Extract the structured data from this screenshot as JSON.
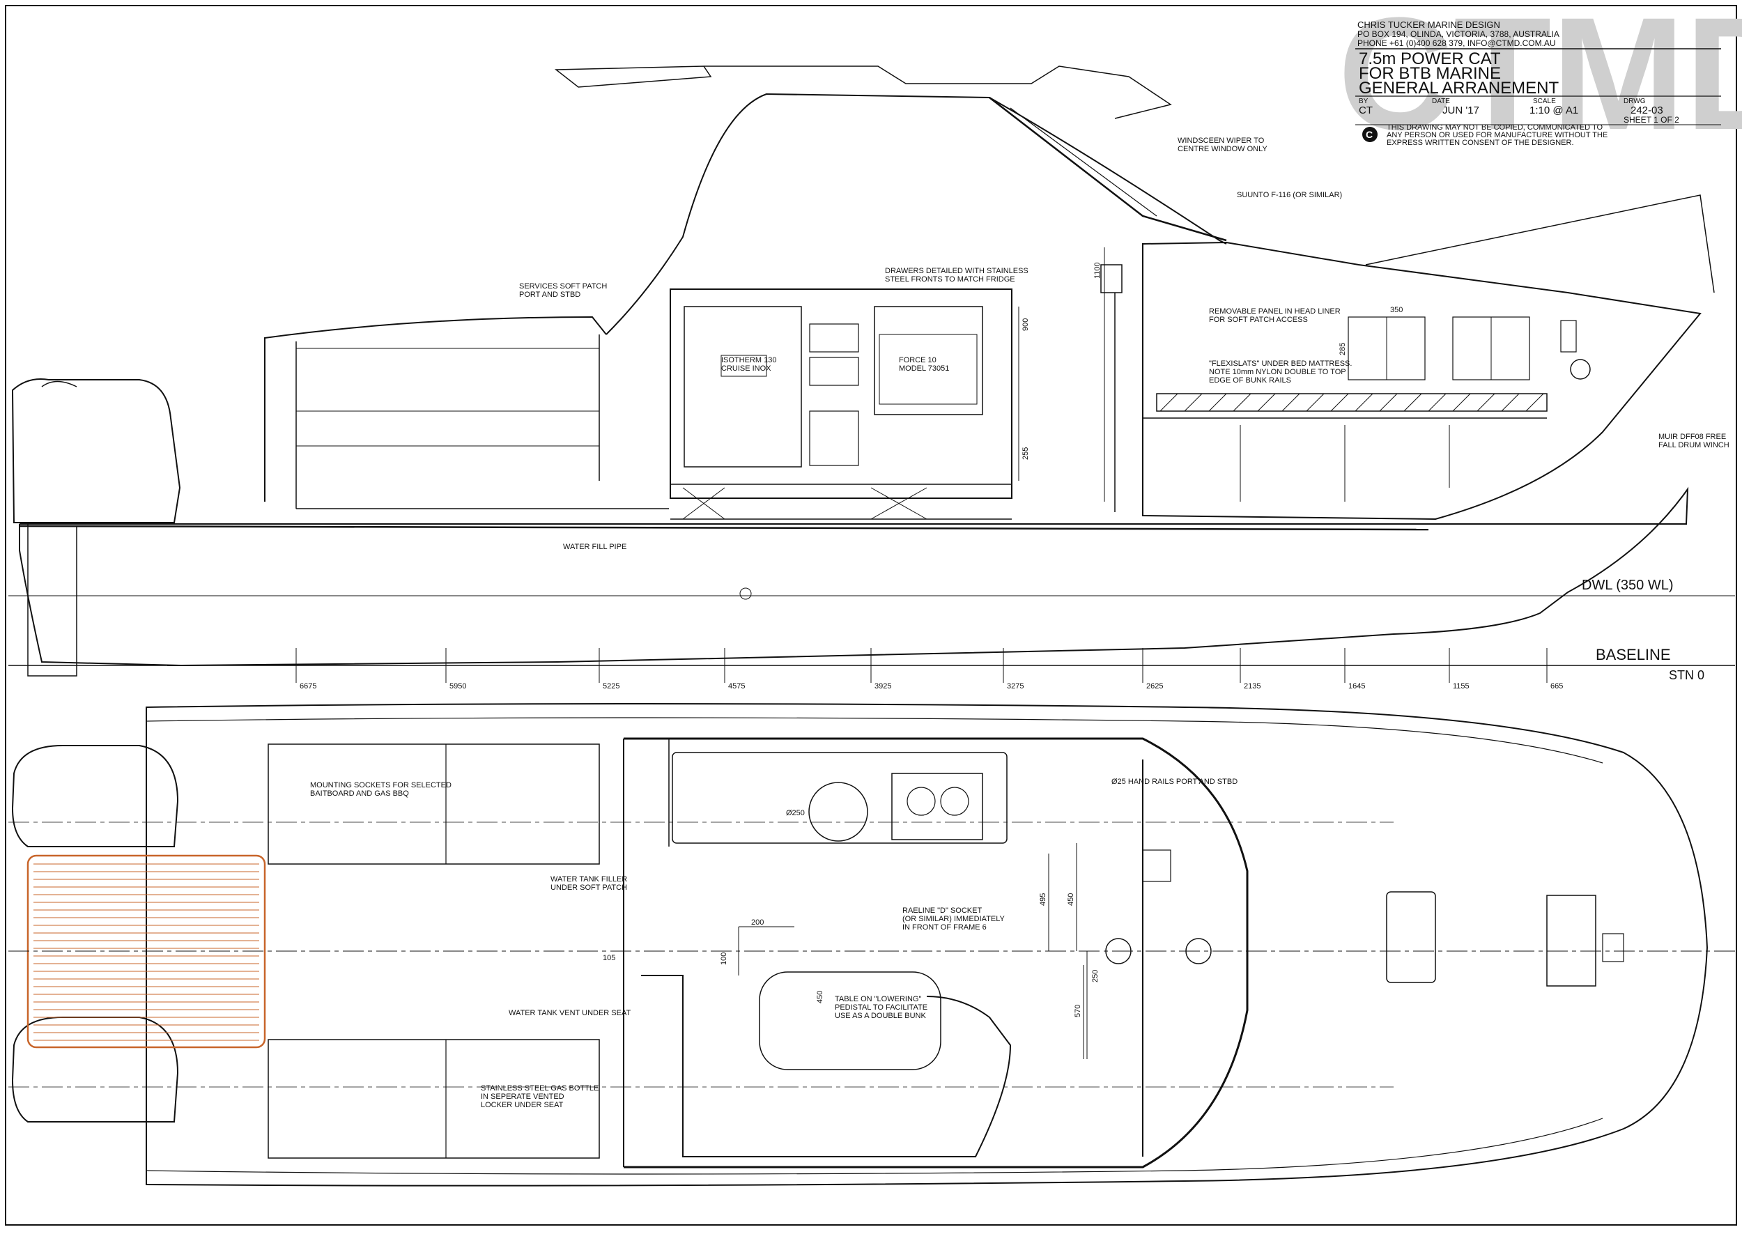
{
  "title_block": {
    "designer": "CHRIS TUCKER MARINE DESIGN",
    "address": "PO BOX 194, OLINDA, VICTORIA, 3788, AUSTRALIA",
    "contact": "PHONE +61 (0)400 628 379, INFO@CTMD.COM.AU",
    "title_line1": "7.5m POWER CAT",
    "title_line2": "FOR BTB MARINE",
    "title_line3": "GENERAL ARRANEMENT",
    "by_label": "BY",
    "date_label": "DATE",
    "scale_label": "SCALE",
    "drwg_label": "DRWG",
    "by_value": "CT",
    "date_value": "JUN '17",
    "scale_value": "1:10 @ A1",
    "drwg_value": "242-03",
    "sheet": "SHEET 1 OF 2",
    "copyright_line1": "THIS DRAWING MAY NOT BE COPIED, COMMUNICATED TO",
    "copyright_line2": "ANY PERSON OR USED FOR MANUFACTURE WITHOUT THE",
    "copyright_line3": "EXPRESS WRITTEN CONSENT OF THE DESIGNER.",
    "watermark": "CTMD",
    "copyright_symbol": "C"
  },
  "profile": {
    "windscreen_wiper": [
      "WINDSCEEN WIPER TO",
      "CENTRE WINDOW ONLY"
    ],
    "suunto": "SUUNTO F-116 (OR SIMILAR)",
    "services_patch": [
      "SERVICES SOFT PATCH",
      "PORT AND STBD"
    ],
    "drawers": [
      "DRAWERS DETAILED WITH STAINLESS",
      "STEEL FRONTS TO MATCH FRIDGE"
    ],
    "removable_panel": [
      "REMOVABLE PANEL IN HEAD LINER",
      "FOR SOFT PATCH ACCESS"
    ],
    "flexislats": [
      "\"FLEXISLATS\" UNDER BED MATTRESS.",
      "NOTE 10mm NYLON DOUBLE TO TOP",
      "EDGE OF BUNK RAILS"
    ],
    "winch": [
      "MUIR DFF08 FREE",
      "FALL DRUM WINCH"
    ],
    "fridge": [
      "ISOTHERM 130",
      "CRUISE INOX"
    ],
    "stove": [
      "FORCE 10",
      "MODEL 73051"
    ],
    "water_fill": "WATER FILL PIPE",
    "dwl": "DWL (350 WL)",
    "baseline": "BASELINE",
    "stn0": "STN 0",
    "dim_1100": "1100",
    "dim_900": "900",
    "dim_255": "255",
    "dim_350": "350",
    "dim_285": "285"
  },
  "stations": [
    "6675",
    "5950",
    "5225",
    "4575",
    "3925",
    "3275",
    "2625",
    "2135",
    "1645",
    "1155",
    "665"
  ],
  "plan": {
    "mounting_sockets": [
      "MOUNTING SOCKETS FOR SELECTED",
      "BAITBOARD AND GAS BBQ"
    ],
    "hand_rails": "Ø25 HAND RAILS PORT AND STBD",
    "water_tank_filler": [
      "WATER TANK FILLER",
      "UNDER SOFT PATCH"
    ],
    "raeline": [
      "RAELINE \"D\" SOCKET",
      "(OR SIMILAR) IMMEDIATELY",
      "IN FRONT OF FRAME 6"
    ],
    "water_tank_vent": "WATER TANK VENT UNDER SEAT",
    "table": [
      "TABLE ON \"LOWERING\"",
      "PEDISTAL TO FACILITATE",
      "USE AS A DOUBLE BUNK"
    ],
    "gas_bottle": [
      "STAINLESS STEEL GAS BOTTLE",
      "IN SEPERATE VENTED",
      "LOCKER UNDER SEAT"
    ],
    "dim_250": "Ø250",
    "dim_200": "200",
    "dim_100": "100",
    "dim_105": "105",
    "dim_450a": "450",
    "dim_495": "495",
    "dim_450b": "450",
    "dim_250b": "250",
    "dim_570": "570"
  },
  "colors": {
    "line": "#111111",
    "deck": "#c8652a",
    "watermark": "#c9c9c9"
  }
}
